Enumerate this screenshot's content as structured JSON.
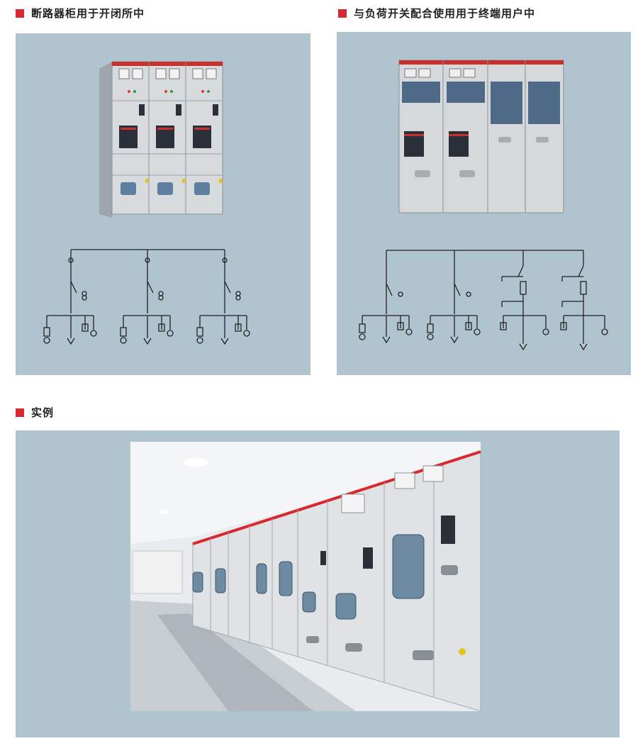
{
  "sections": {
    "breaker": {
      "title": "断路器柜用于开闭所中"
    },
    "loadswitch": {
      "title": "与负荷开关配合使用用于终端用户中"
    },
    "example": {
      "title": "实例"
    }
  },
  "colors": {
    "accent": "#d7282f",
    "panel_bg": "#b0c4d0",
    "cabinet": "#d9dcdf",
    "line": "#222222"
  }
}
